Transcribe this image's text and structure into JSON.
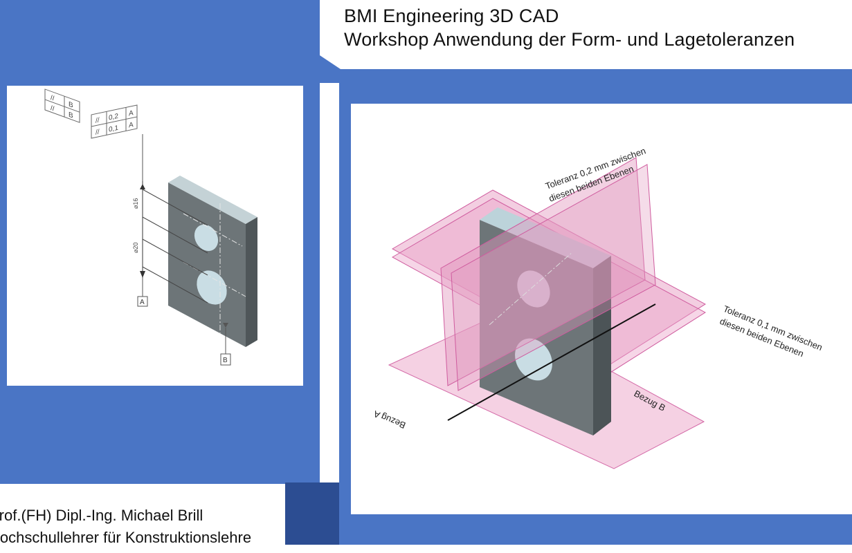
{
  "header": {
    "line1": "BMI Engineering 3D CAD",
    "line2": "Workshop Anwendung der Form- und Lagetoleranzen"
  },
  "footer": {
    "line1": "Prof.(FH) Dipl.-Ing. Michael Brill",
    "line2": "Hochschullehrer für Konstruktionslehre"
  },
  "left_drawing": {
    "fcf_rows": [
      {
        "symbol": "//",
        "value": "0,2",
        "datum": "A"
      },
      {
        "symbol": "//",
        "value": "0,1",
        "datum": "A"
      }
    ],
    "datum_rows": [
      {
        "symbol": "//",
        "datum": "B"
      },
      {
        "symbol": "//",
        "datum": "B"
      }
    ],
    "dim_upper": "⌀16",
    "dim_lower": "⌀20",
    "datum_a": "A",
    "datum_b": "B"
  },
  "right_drawing": {
    "tol_top": "Toleranz 0,2 mm zwischen",
    "tol_top2": "diesen beiden Ebenen",
    "tol_right": "Toleranz 0,1 mm zwischen",
    "tol_right2": "diesen beiden Ebenen",
    "bezug_a": "Bezug A",
    "bezug_b": "Bezug B"
  },
  "colors": {
    "accent_blue": "#4a75c5",
    "dark_blue": "#2c4d92",
    "tolerance_plane": "#e8a0c6",
    "part_gray": "#6d7578"
  }
}
